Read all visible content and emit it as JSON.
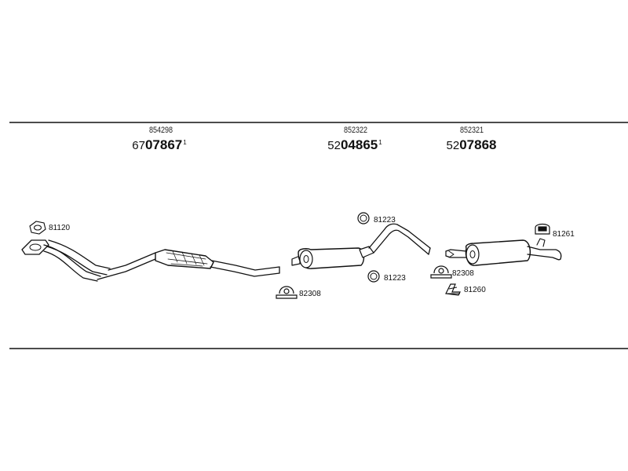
{
  "header": {
    "refs": [
      {
        "ref": "854298",
        "prefix": "67",
        "number": "07867",
        "suffix": "1"
      },
      {
        "ref": "852322",
        "prefix": "52",
        "number": "04865",
        "suffix": "1"
      },
      {
        "ref": "852321",
        "prefix": "52",
        "number": "07868",
        "suffix": ""
      }
    ]
  },
  "parts": {
    "front_gasket": "81120",
    "ring_upper": "81223",
    "ring_lower": "81223",
    "clamp_middle": "82308",
    "clamp_rear": "82308",
    "rubber_mount": "81261",
    "bracket": "81260"
  }
}
